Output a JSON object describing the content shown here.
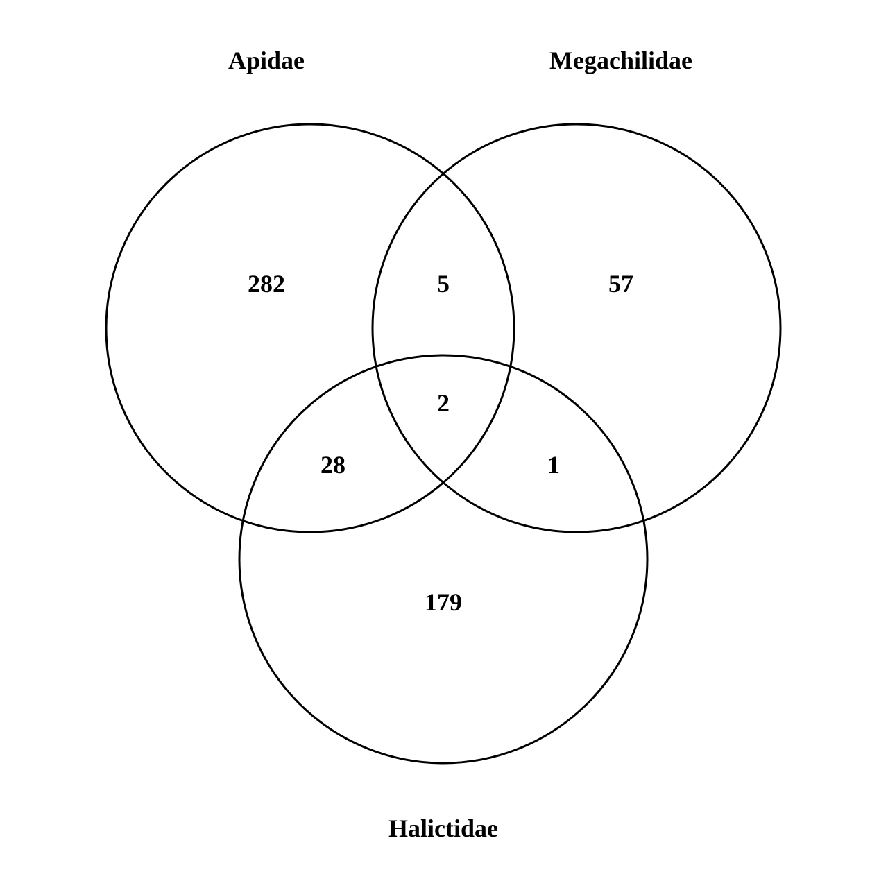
{
  "diagram": {
    "type": "venn-3",
    "sets": {
      "a": {
        "name": "Apidae"
      },
      "b": {
        "name": "Megachilidae"
      },
      "c": {
        "name": "Halictidae"
      }
    },
    "regions": {
      "a_only": "282",
      "a_b": "5",
      "b_only": "57",
      "a_b_c": "2",
      "a_c": "28",
      "b_c": "1",
      "c_only": "179"
    },
    "line_color": "#000000",
    "background": "#ffffff"
  }
}
